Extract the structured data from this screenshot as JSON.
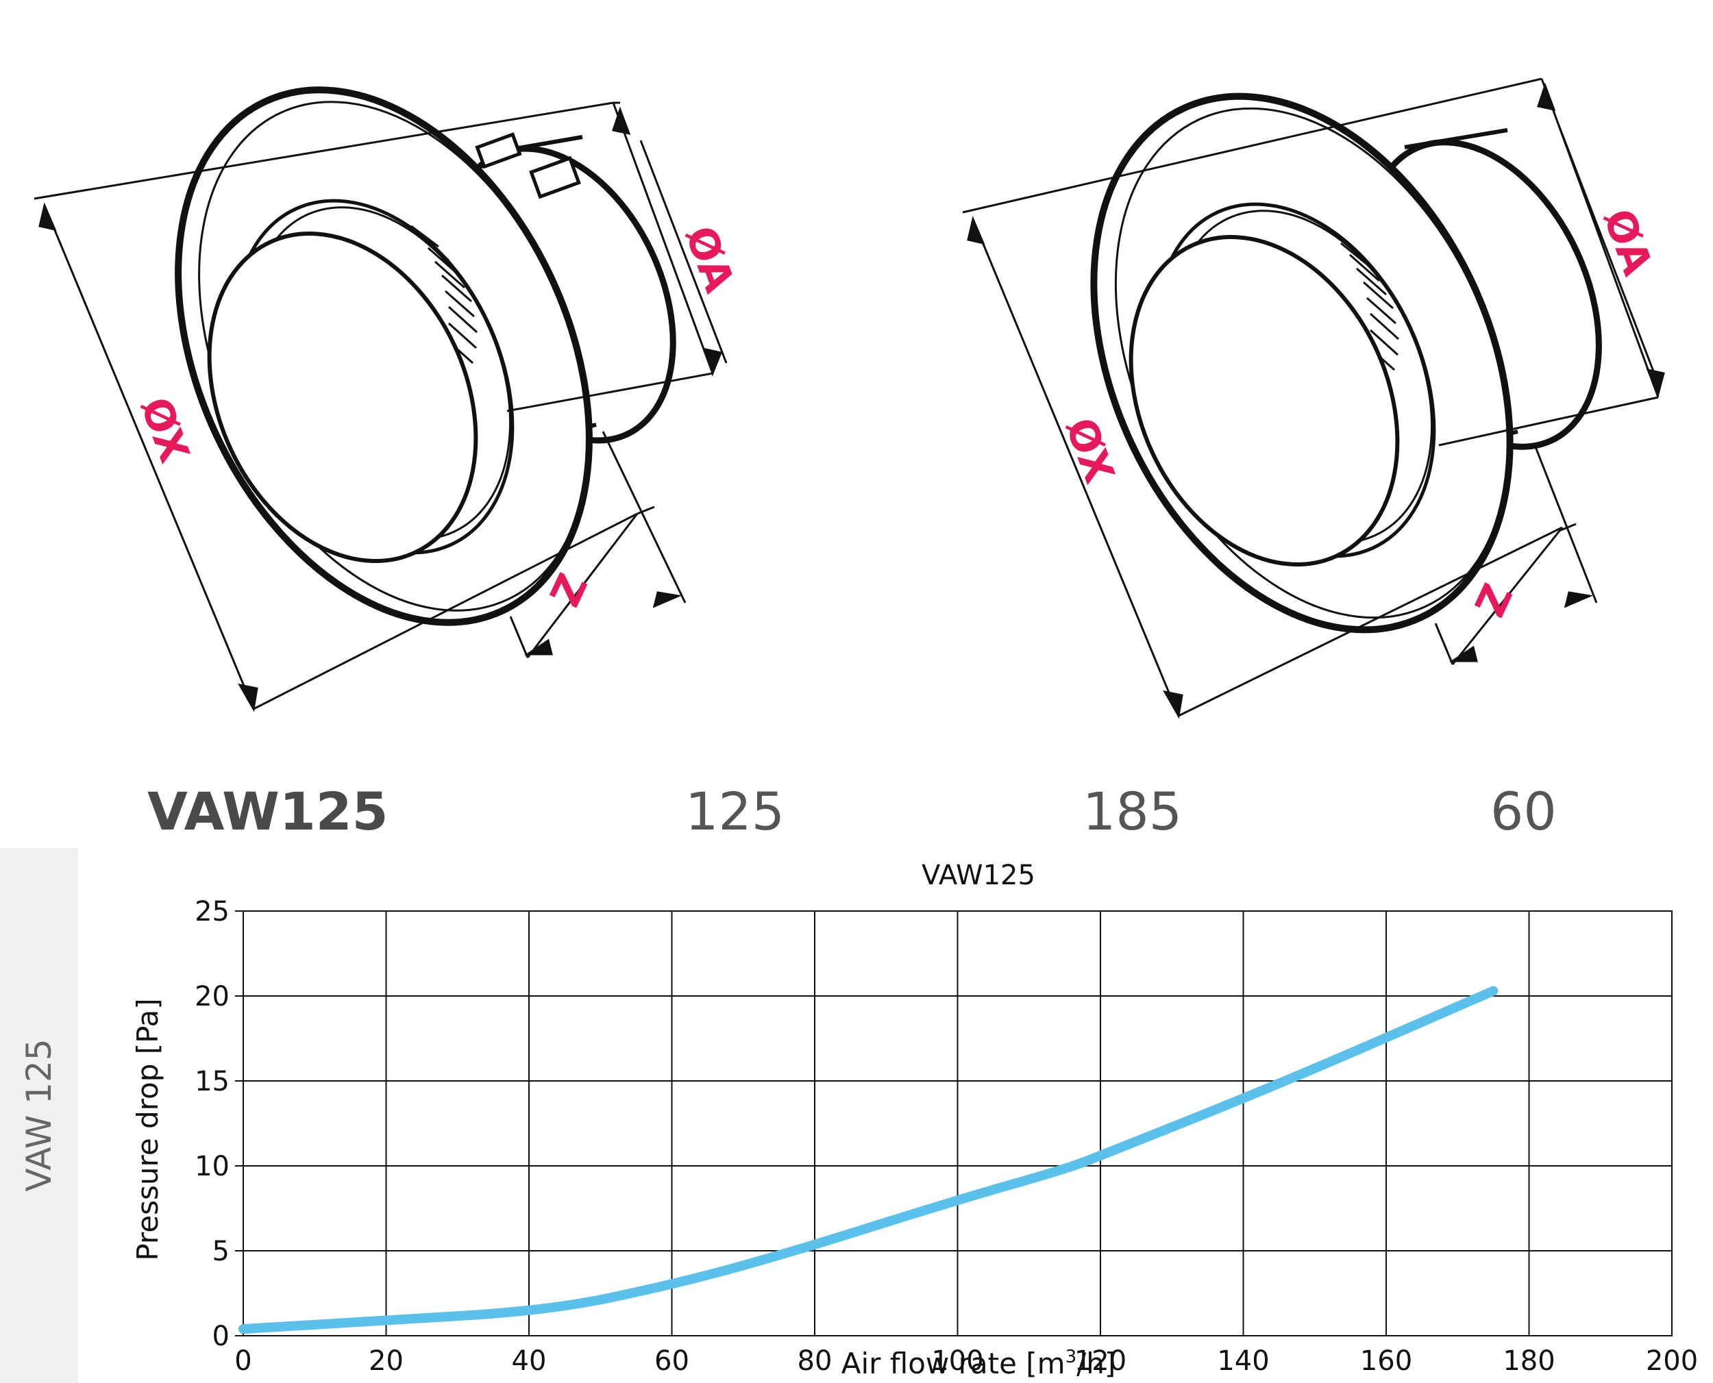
{
  "specs": {
    "model": "VAW125",
    "diameter_a": "125",
    "diameter_x": "185",
    "depth_z": "60"
  },
  "drawing_labels": {
    "diameter_a": "ØA",
    "diameter_x": "ØX",
    "depth_z": "Z",
    "label_color": "#e6195a"
  },
  "side_tab": {
    "label": "VAW 125"
  },
  "chart_data": {
    "type": "line",
    "title": "VAW125",
    "xlabel": "Air flow rate [m",
    "xlabel_sup": "3",
    "xlabel_end": "/h]",
    "ylabel": "Pressure drop [Pa]",
    "xlim": [
      0,
      200
    ],
    "ylim": [
      0,
      25
    ],
    "x_ticks": [
      "0",
      "20",
      "40",
      "60",
      "80",
      "100",
      "120",
      "140",
      "160",
      "180",
      "200"
    ],
    "y_ticks": [
      "0",
      "5",
      "10",
      "15",
      "20",
      "25"
    ],
    "grid": true,
    "series": [
      {
        "color": "#5bc0eb",
        "x": [
          0,
          20,
          43,
          60,
          75,
          100,
          115,
          120,
          145,
          175
        ],
        "y": [
          0.4,
          0.9,
          1.5,
          3.0,
          4.7,
          8.0,
          9.8,
          10.6,
          14.8,
          20.3
        ]
      }
    ]
  }
}
